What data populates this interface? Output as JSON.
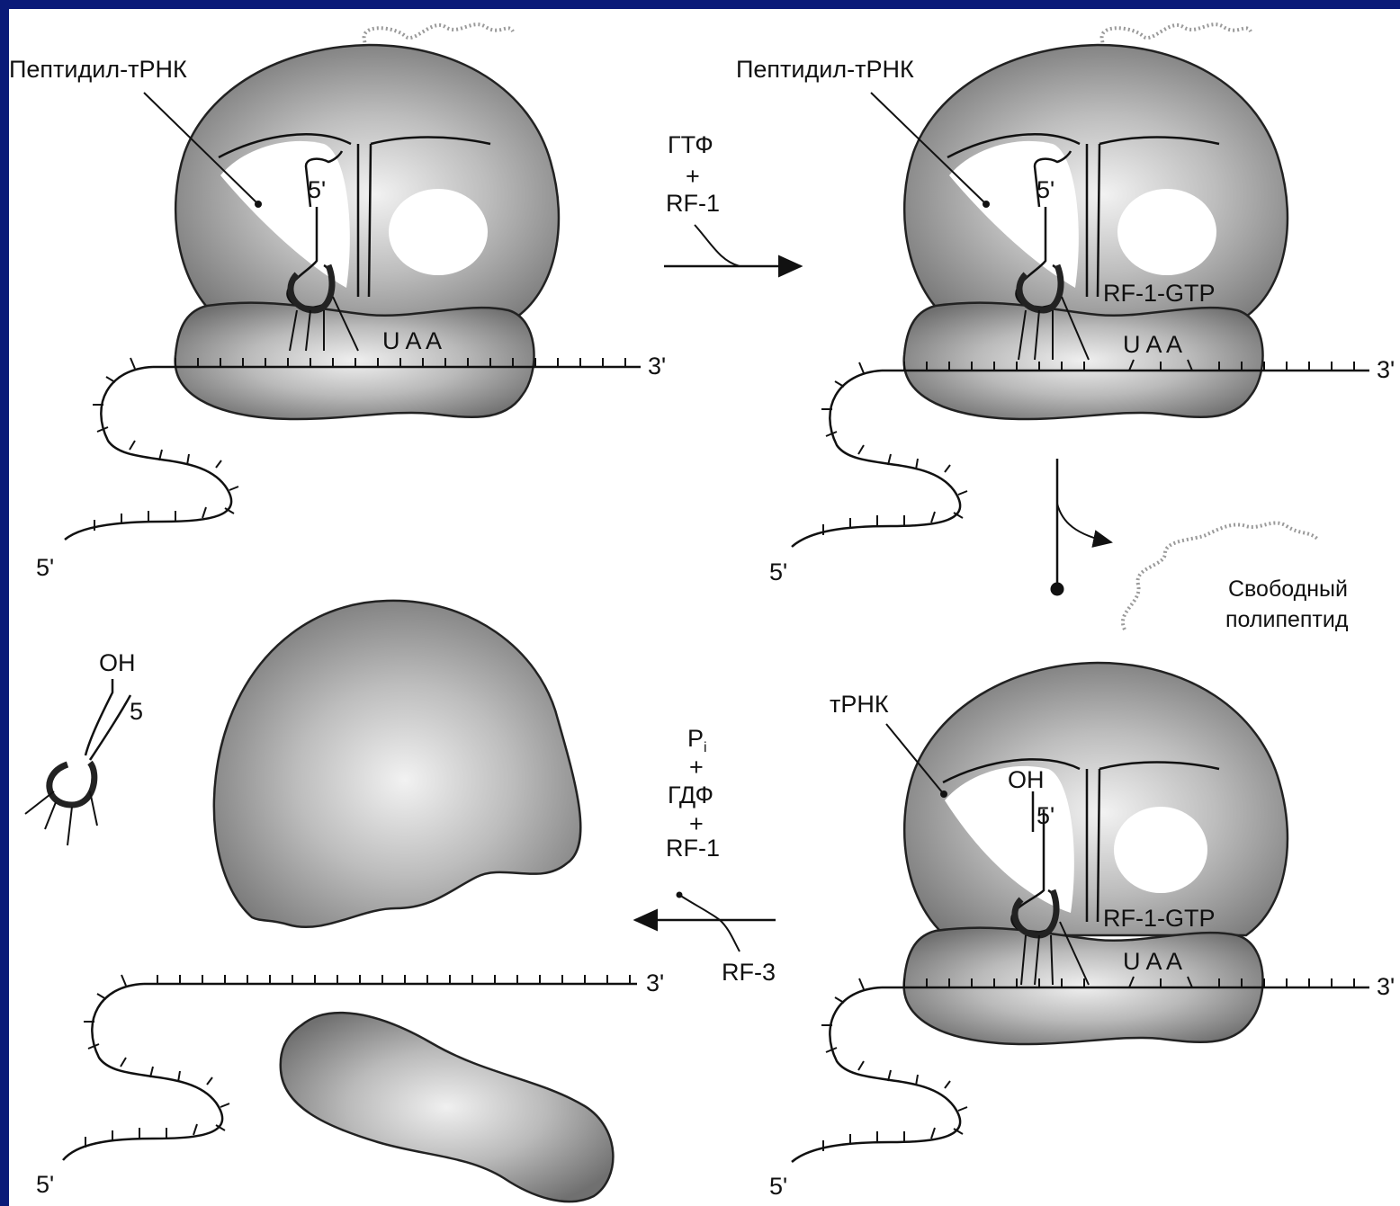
{
  "diagram": {
    "colors": {
      "background_border": "#0a1a78",
      "panel": "#ffffff",
      "ribosome_dark": "#6e6e6e",
      "ribosome_light": "#f2f2f2",
      "line": "#111111"
    },
    "panel_top_left": {
      "peptidyl_trna_label": "Пептидил-тРНК",
      "trna_5_label": "5'",
      "codon_label": "U A A",
      "mrna_3_label": "3'",
      "mrna_5_label": "5'"
    },
    "arrow_top": {
      "line1": "ГТФ",
      "line2": "+",
      "line3": "RF-1"
    },
    "panel_top_right": {
      "peptidyl_trna_label": "Пептидил-тРНК",
      "trna_5_label": "5'",
      "rf_label": "RF-1-GTP",
      "codon_label": "U A A",
      "mrna_3_label": "3'",
      "mrna_5_label": "5'"
    },
    "arrow_right": {
      "product_line1": "Свободный",
      "product_line2": "полипептид"
    },
    "panel_bottom_right": {
      "trna_label": "тРНК",
      "oh_label": "OH",
      "trna_5_label": "5'",
      "rf_label": "RF-1-GTP",
      "codon_label": "U A A",
      "mrna_3_label": "3'",
      "mrna_5_label": "5'"
    },
    "arrow_bottom": {
      "line1": "P",
      "line1_sub": "i",
      "line2": "+",
      "line3": "ГДФ",
      "line4": "+",
      "line5": "RF-1",
      "input_label": "RF-3"
    },
    "panel_bottom_left": {
      "free_trna_oh": "OH",
      "free_trna_5": "5",
      "mrna_3_label": "3'",
      "mrna_5_label": "5'"
    }
  }
}
